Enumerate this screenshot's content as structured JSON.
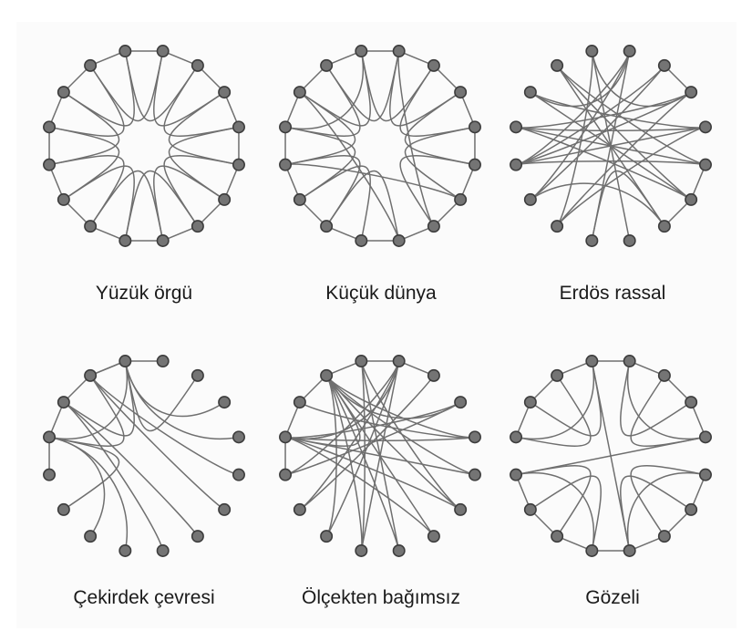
{
  "figure": {
    "node_count": 16,
    "colors": {
      "node_fill": "#747474",
      "node_stroke": "#3c3c3c",
      "edge": "#6f6f6f",
      "label": "#1a1a1a"
    },
    "networks": [
      {
        "id": "ring-lattice",
        "label": "Yüzük örgü",
        "edges": [
          [
            0,
            1
          ],
          [
            1,
            2
          ],
          [
            2,
            3
          ],
          [
            3,
            4
          ],
          [
            4,
            5
          ],
          [
            5,
            6
          ],
          [
            6,
            7
          ],
          [
            7,
            8
          ],
          [
            8,
            9
          ],
          [
            9,
            10
          ],
          [
            10,
            11
          ],
          [
            11,
            12
          ],
          [
            12,
            13
          ],
          [
            13,
            14
          ],
          [
            14,
            15
          ],
          [
            15,
            0
          ],
          [
            0,
            2
          ],
          [
            1,
            3
          ],
          [
            2,
            4
          ],
          [
            3,
            5
          ],
          [
            4,
            6
          ],
          [
            5,
            7
          ],
          [
            6,
            8
          ],
          [
            7,
            9
          ],
          [
            8,
            10
          ],
          [
            9,
            11
          ],
          [
            10,
            12
          ],
          [
            11,
            13
          ],
          [
            12,
            14
          ],
          [
            13,
            15
          ],
          [
            14,
            0
          ],
          [
            15,
            1
          ]
        ]
      },
      {
        "id": "small-world",
        "label": "Küçük dünya",
        "edges": [
          [
            0,
            1
          ],
          [
            1,
            2
          ],
          [
            2,
            3
          ],
          [
            3,
            4
          ],
          [
            4,
            5
          ],
          [
            5,
            6
          ],
          [
            6,
            7
          ],
          [
            7,
            8
          ],
          [
            9,
            10
          ],
          [
            10,
            11
          ],
          [
            11,
            12
          ],
          [
            12,
            13
          ],
          [
            13,
            14
          ],
          [
            14,
            15
          ],
          [
            15,
            0
          ],
          [
            8,
            9
          ],
          [
            0,
            2
          ],
          [
            2,
            4
          ],
          [
            3,
            5
          ],
          [
            4,
            6
          ],
          [
            5,
            7
          ],
          [
            9,
            11
          ],
          [
            10,
            12
          ],
          [
            11,
            13
          ],
          [
            12,
            14
          ],
          [
            13,
            15
          ],
          [
            14,
            0
          ],
          [
            15,
            1
          ],
          [
            1,
            7
          ],
          [
            14,
            8
          ],
          [
            12,
            6
          ],
          [
            10,
            8
          ],
          [
            3,
            1
          ],
          [
            0,
            13
          ]
        ]
      },
      {
        "id": "erdos-random",
        "label": "Erdös rassal",
        "edges": [
          [
            0,
            8
          ],
          [
            0,
            3
          ],
          [
            1,
            9
          ],
          [
            1,
            11
          ],
          [
            1,
            14
          ],
          [
            2,
            11
          ],
          [
            2,
            12
          ],
          [
            3,
            12
          ],
          [
            3,
            10
          ],
          [
            3,
            13
          ],
          [
            4,
            12
          ],
          [
            4,
            13
          ],
          [
            4,
            10
          ],
          [
            5,
            13
          ],
          [
            5,
            12
          ],
          [
            5,
            6
          ],
          [
            6,
            14
          ],
          [
            6,
            15
          ],
          [
            6,
            7
          ],
          [
            7,
            11
          ],
          [
            7,
            9
          ],
          [
            15,
            5
          ],
          [
            15,
            7
          ],
          [
            14,
            4
          ],
          [
            13,
            6
          ],
          [
            2,
            3
          ],
          [
            1,
            12
          ],
          [
            0,
            10
          ]
        ]
      },
      {
        "id": "core-periphery",
        "label": "Çekirdek çevresi",
        "edges": [
          [
            0,
            1
          ],
          [
            0,
            15
          ],
          [
            15,
            14
          ],
          [
            14,
            13
          ],
          [
            13,
            12
          ],
          [
            0,
            14
          ],
          [
            0,
            13
          ],
          [
            15,
            13
          ],
          [
            15,
            0
          ],
          [
            0,
            2
          ],
          [
            0,
            3
          ],
          [
            0,
            4
          ],
          [
            15,
            5
          ],
          [
            15,
            6
          ],
          [
            14,
            7
          ],
          [
            14,
            8
          ],
          [
            13,
            9
          ],
          [
            13,
            10
          ],
          [
            13,
            11
          ]
        ]
      },
      {
        "id": "scale-free",
        "label": "Ölçekten bağımsız",
        "edges": [
          [
            15,
            0
          ],
          [
            0,
            1
          ],
          [
            1,
            2
          ],
          [
            15,
            14
          ],
          [
            14,
            13
          ],
          [
            13,
            12
          ],
          [
            15,
            4
          ],
          [
            15,
            5
          ],
          [
            15,
            6
          ],
          [
            15,
            7
          ],
          [
            15,
            8
          ],
          [
            15,
            9
          ],
          [
            15,
            10
          ],
          [
            15,
            3
          ],
          [
            13,
            3
          ],
          [
            13,
            4
          ],
          [
            13,
            5
          ],
          [
            13,
            6
          ],
          [
            13,
            7
          ],
          [
            13,
            1
          ],
          [
            13,
            15
          ],
          [
            1,
            11
          ],
          [
            1,
            10
          ],
          [
            1,
            9
          ],
          [
            1,
            12
          ],
          [
            1,
            13
          ],
          [
            0,
            8
          ],
          [
            0,
            9
          ],
          [
            0,
            6
          ],
          [
            2,
            11
          ],
          [
            3,
            12
          ],
          [
            4,
            14
          ]
        ]
      },
      {
        "id": "cellular",
        "label": "Gözeli",
        "edges": [
          [
            0,
            1
          ],
          [
            1,
            2
          ],
          [
            2,
            3
          ],
          [
            3,
            4
          ],
          [
            5,
            6
          ],
          [
            6,
            7
          ],
          [
            7,
            8
          ],
          [
            8,
            9
          ],
          [
            9,
            10
          ],
          [
            10,
            11
          ],
          [
            11,
            12
          ],
          [
            13,
            14
          ],
          [
            14,
            15
          ],
          [
            15,
            0
          ],
          [
            0,
            14
          ],
          [
            0,
            13
          ],
          [
            15,
            13
          ],
          [
            1,
            3
          ],
          [
            1,
            4
          ],
          [
            2,
            4
          ],
          [
            5,
            7
          ],
          [
            5,
            8
          ],
          [
            6,
            8
          ],
          [
            9,
            11
          ],
          [
            9,
            12
          ],
          [
            10,
            12
          ],
          [
            0,
            8
          ],
          [
            12,
            4
          ]
        ]
      }
    ]
  }
}
